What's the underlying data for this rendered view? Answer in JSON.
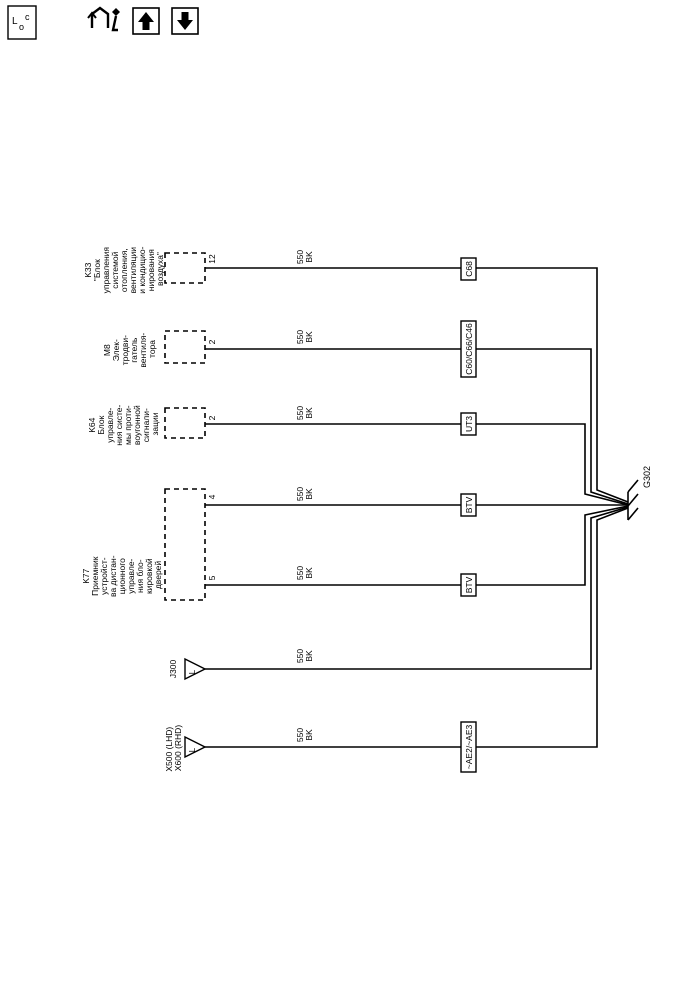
{
  "toolbar": {
    "locator_icon": "locator-icon",
    "legend_icon": "legend-icon",
    "up_icon": "arrow-up-icon",
    "down_icon": "arrow-down-icon"
  },
  "ground": {
    "id": "G302"
  },
  "wire_label": {
    "gauge": "550",
    "color": "BK"
  },
  "branches": [
    {
      "component_lines": [
        "K33",
        "\"Блок",
        "управления",
        "системой",
        "отопления,",
        "вентиляции",
        "и кондицио-",
        "нирования",
        "воздуха\""
      ],
      "pin": "12",
      "connector": "C68",
      "gauge": "550",
      "color": "BK"
    },
    {
      "component_lines": [
        "M8",
        "Элек-",
        "тродви-",
        "гатель",
        "вентиля-",
        "тора"
      ],
      "pin": "2",
      "connector": "C60/C66/C46",
      "gauge": "550",
      "color": "BK"
    },
    {
      "component_lines": [
        "K64",
        "Блок",
        "управле-",
        "ния систе-",
        "мы проти-",
        "воугонной",
        "сигнали-",
        "зации"
      ],
      "pin": "2",
      "connector": "UT3",
      "gauge": "550",
      "color": "BK"
    },
    {
      "component_lines": [],
      "pin": "4",
      "connector": "BTV",
      "gauge": "550",
      "color": "BK"
    },
    {
      "component_lines": [
        "K77",
        "Приемник",
        "устройст-",
        "ва дистан-",
        "ционного",
        "управле-",
        "ния бло-",
        "кировкой",
        "дверей"
      ],
      "pin": "5",
      "connector": "BTV",
      "gauge": "550",
      "color": "BK"
    },
    {
      "component_lines": [
        "J300"
      ],
      "pin": "",
      "connector": "",
      "gauge": "550",
      "color": "BK",
      "terminal_letter": "L"
    },
    {
      "component_lines": [
        "X500 (LHD)",
        "X600 (RHD)"
      ],
      "pin": "",
      "connector": "~AE2/~AE3",
      "gauge": "550",
      "color": "BK",
      "terminal_letter": "L"
    }
  ]
}
